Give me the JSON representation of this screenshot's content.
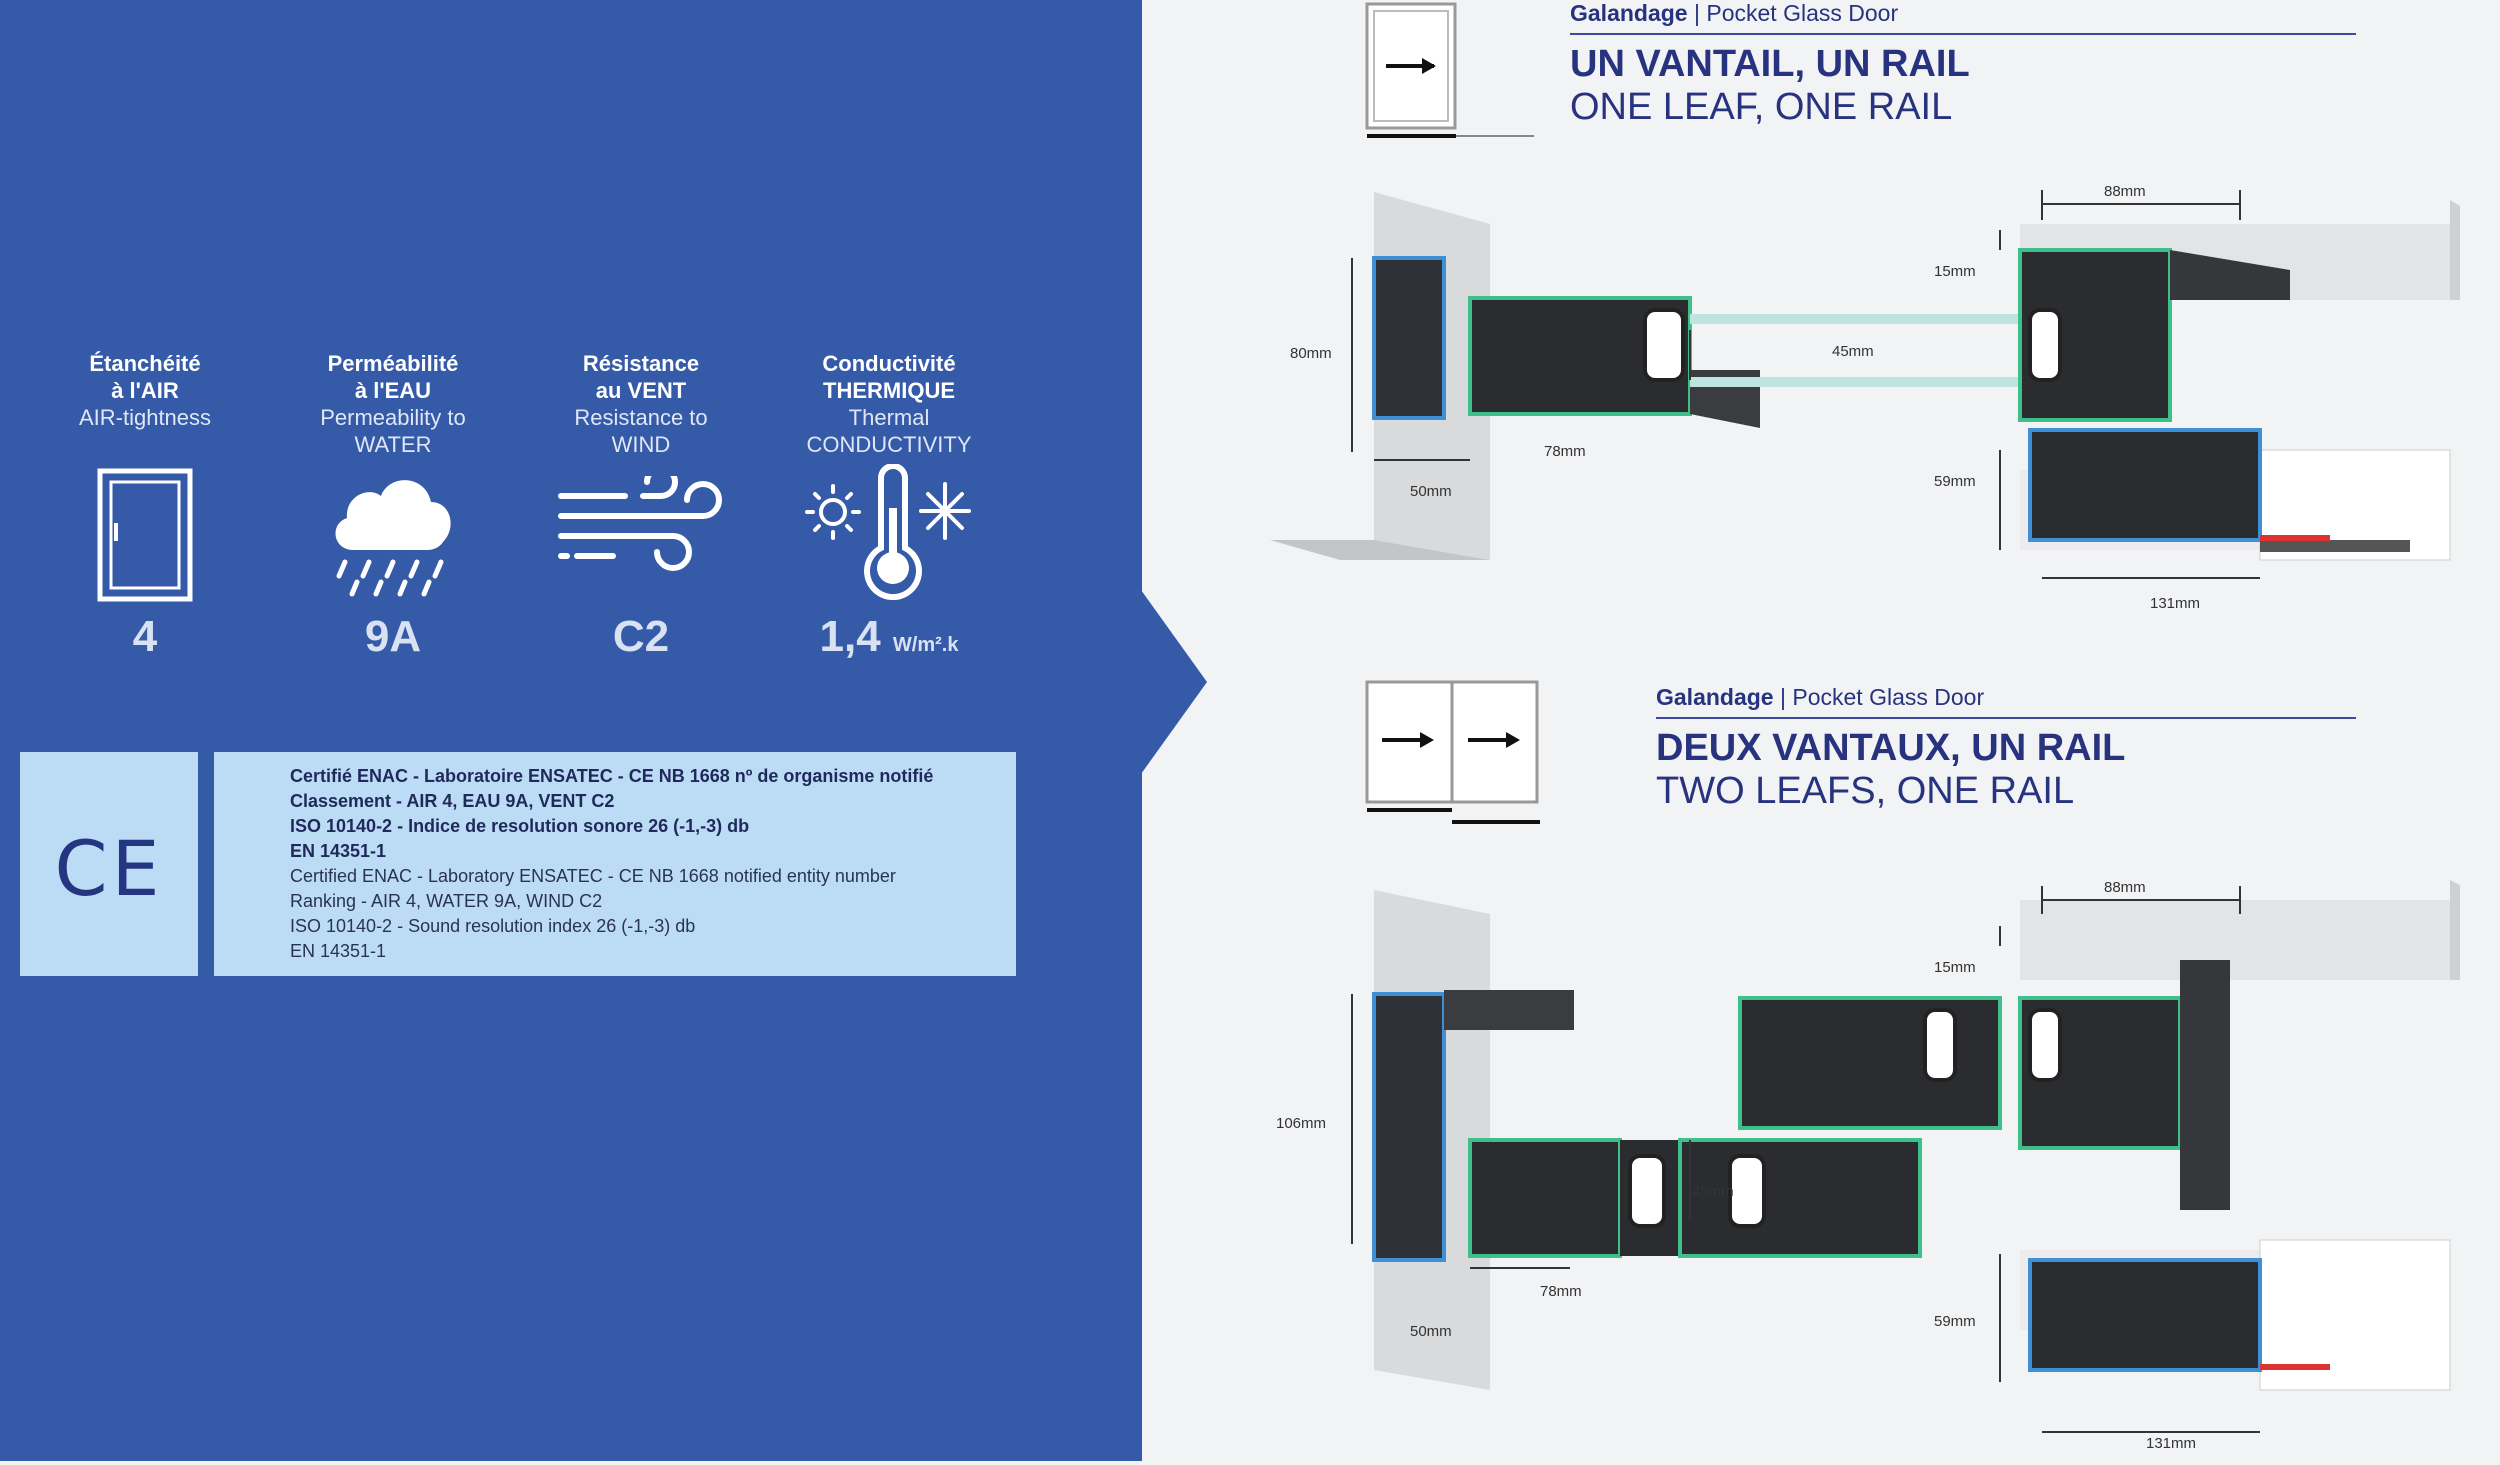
{
  "performance": [
    {
      "fr": "Étanchéité\nà l'AIR",
      "en": "AIR-tightness",
      "icon": "window-icon",
      "value": "4",
      "unit": ""
    },
    {
      "fr": "Perméabilité\nà l'EAU",
      "en": "Permeability to\nWATER",
      "icon": "rain-cloud-icon",
      "value": "9A",
      "unit": ""
    },
    {
      "fr": "Résistance\nau VENT",
      "en": "Resistance to\nWIND",
      "icon": "wind-icon",
      "value": "C2",
      "unit": ""
    },
    {
      "fr": "Conductivité\nTHERMIQUE",
      "en": "Thermal\nCONDUCTIVITY",
      "icon": "thermometer-icon",
      "value": "1,4",
      "unit": "W/m².k"
    }
  ],
  "certification": {
    "mark": "CE",
    "lines_bold": [
      "Certifié ENAC - Laboratoire ENSATEC - CE NB 1668 nº de organisme notifié",
      "Classement - AIR 4, EAU 9A, VENT C2",
      "ISO 10140-2 - Indice de resolution sonore 26 (-1,-3) db",
      "EN 14351-1"
    ],
    "lines": [
      "Certified ENAC - Laboratory ENSATEC - CE NB 1668 notified entity number",
      "Ranking - AIR 4, WATER 9A, WIND C2",
      "ISO 10140-2 - Sound resolution index 26 (-1,-3) db",
      "EN 14351-1"
    ]
  },
  "sections": [
    {
      "brand": "Galandage",
      "subtitle": "Pocket Glass Door",
      "title_fr": "UN VANTAIL, UN RAIL",
      "title_en": "ONE LEAF, ONE RAIL",
      "dims": {
        "top": "88mm",
        "rail": "15mm",
        "height": "80mm",
        "glass": "45mm",
        "leaf": "78mm",
        "frame": "50mm",
        "bottom": "59mm",
        "width": "131mm"
      }
    },
    {
      "brand": "Galandage",
      "subtitle": "Pocket Glass Door",
      "title_fr": "DEUX VANTAUX, UN RAIL",
      "title_en": "TWO LEAFS, ONE RAIL",
      "dims": {
        "top": "88mm",
        "rail": "15mm",
        "height": "106mm",
        "glass": "45mm",
        "leaf": "78mm",
        "frame": "50mm",
        "bottom": "59mm",
        "width": "131mm"
      }
    }
  ],
  "colors": {
    "panel": "#355aa8",
    "cert_bg": "#bcdbf4",
    "title": "#27337f",
    "profile_green": "#3fbf8a",
    "profile_blue": "#3d8fd6"
  }
}
